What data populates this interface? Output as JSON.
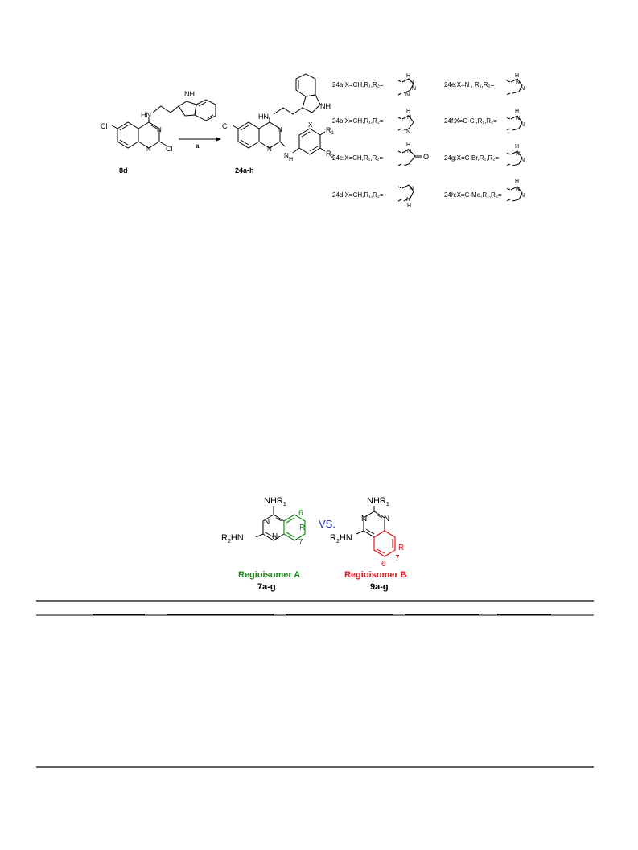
{
  "scheme1": {
    "sm_label": "8d",
    "product_label": "24a-h",
    "reagent": "a",
    "atoms": {
      "cl": "Cl",
      "hn": "HN",
      "nh": "NH",
      "n": "N",
      "h": "H",
      "x": "X",
      "r1": "R",
      "r1sub": "1",
      "r2": "R",
      "r2sub": "2",
      "o": "O"
    },
    "variants": [
      "24a:X=CH,R₁,R₂=",
      "24b:X=CH,R₁,R₂=",
      "24c:X=CH,R₁,R₂=",
      "24d:X=CH,R₁,R₂=",
      "24e:X=N , R₁,R₂=",
      "24f:X=C-Cl,R₁,R₂=",
      "24g:X=C-Br,R₁,R₂=",
      "24h:X=C-Me,R₁,R₂="
    ]
  },
  "scheme2": {
    "vs": "VS.",
    "nhr1_a": "NHR",
    "nhr1_b": "NHR",
    "sub1": "1",
    "r2hn_a": "R",
    "r2hn_b": "R",
    "sub2": "2",
    "hn": "HN",
    "n": "N",
    "r": "R",
    "pos6": "6",
    "pos7": "7",
    "name_a": "Regioisomer A",
    "code_a": "7a-g",
    "name_b": "Regioisomer B",
    "code_b": "9a-g",
    "color_a": "#1a8a1a",
    "color_b": "#e8141e",
    "color_vs": "#1a2fb8"
  }
}
